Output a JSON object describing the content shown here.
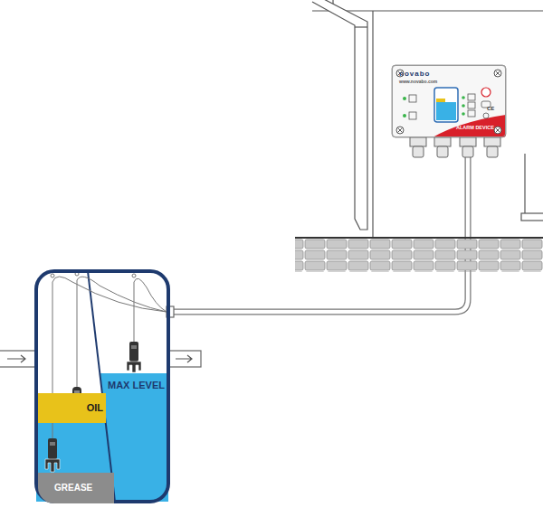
{
  "diagram": {
    "nodes": [
      {
        "text": [
          "novabo",
          "www.novabo.com",
          "ALARM DEVICE",
          "CE"
        ]
      },
      {
        "text": [
          "MAX LEVEL"
        ]
      },
      {
        "text": [
          "OIL"
        ],
        "in": 1
      },
      {
        "text": [
          "GREASE"
        ],
        "in": 1
      }
    ],
    "edges": [
      {
        "from": 1,
        "to": 0,
        "arrow": "none"
      }
    ]
  }
}
